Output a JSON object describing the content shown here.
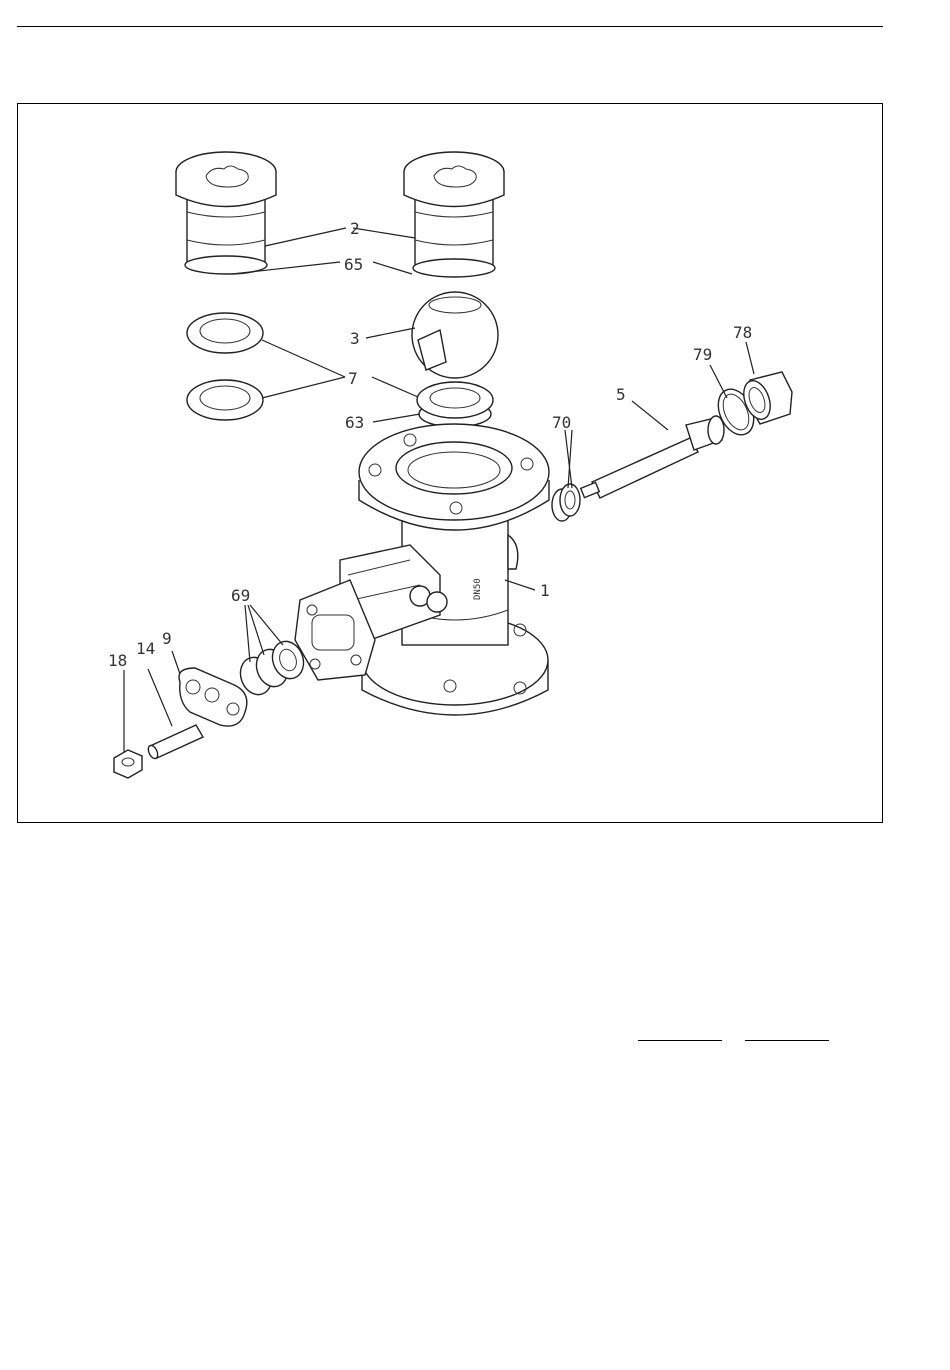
{
  "page": {
    "background_color": "#ffffff",
    "line_color": "#000000"
  },
  "figure": {
    "callouts": [
      {
        "id": "c2",
        "text": "2"
      },
      {
        "id": "c65",
        "text": "65"
      },
      {
        "id": "c3",
        "text": "3"
      },
      {
        "id": "c7",
        "text": "7"
      },
      {
        "id": "c63",
        "text": "63"
      },
      {
        "id": "c70",
        "text": "70"
      },
      {
        "id": "c5",
        "text": "5"
      },
      {
        "id": "c79",
        "text": "79"
      },
      {
        "id": "c78",
        "text": "78"
      },
      {
        "id": "c1",
        "text": "1"
      },
      {
        "id": "c69",
        "text": "69"
      },
      {
        "id": "c9",
        "text": "9"
      },
      {
        "id": "c14",
        "text": "14"
      },
      {
        "id": "c18",
        "text": "18"
      }
    ]
  }
}
